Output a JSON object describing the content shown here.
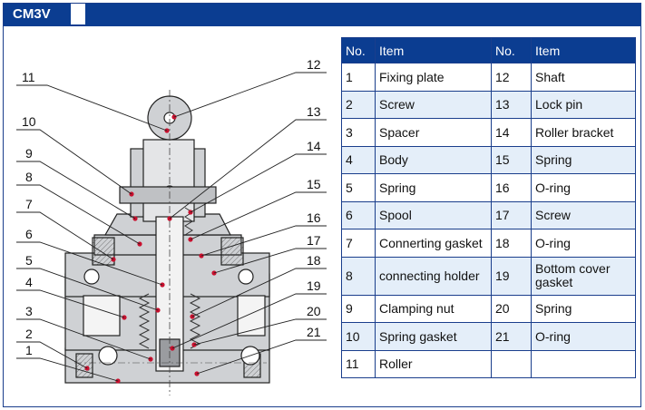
{
  "title": "CM3V",
  "colors": {
    "accent": "#0b3d91",
    "row_alt": "#e4eef9",
    "marker": "#c8102e"
  },
  "callouts": [
    "1",
    "2",
    "3",
    "4",
    "5",
    "6",
    "7",
    "8",
    "9",
    "10",
    "11",
    "12",
    "13",
    "14",
    "15",
    "16",
    "17",
    "18",
    "19",
    "20",
    "21"
  ],
  "table": {
    "headers": [
      "No.",
      "Item",
      "No.",
      "Item"
    ],
    "rows": [
      {
        "no1": "1",
        "item1": "Fixing plate",
        "no2": "12",
        "item2": "Shaft"
      },
      {
        "no1": "2",
        "item1": "Screw",
        "no2": "13",
        "item2": "Lock pin"
      },
      {
        "no1": "3",
        "item1": "Spacer",
        "no2": "14",
        "item2": "Roller bracket"
      },
      {
        "no1": "4",
        "item1": "Body",
        "no2": "15",
        "item2": "Spring"
      },
      {
        "no1": "5",
        "item1": "Spring",
        "no2": "16",
        "item2": "O-ring"
      },
      {
        "no1": "6",
        "item1": "Spool",
        "no2": "17",
        "item2": "Screw"
      },
      {
        "no1": "7",
        "item1": "Connerting gasket",
        "no2": "18",
        "item2": "O-ring"
      },
      {
        "no1": "8",
        "item1": "connecting holder",
        "no2": "19",
        "item2": "Bottom cover gasket"
      },
      {
        "no1": "9",
        "item1": "Clamping nut",
        "no2": "20",
        "item2": "Spring"
      },
      {
        "no1": "10",
        "item1": "Spring gasket",
        "no2": "21",
        "item2": "O-ring"
      },
      {
        "no1": "11",
        "item1": "Roller",
        "no2": "",
        "item2": ""
      }
    ]
  }
}
